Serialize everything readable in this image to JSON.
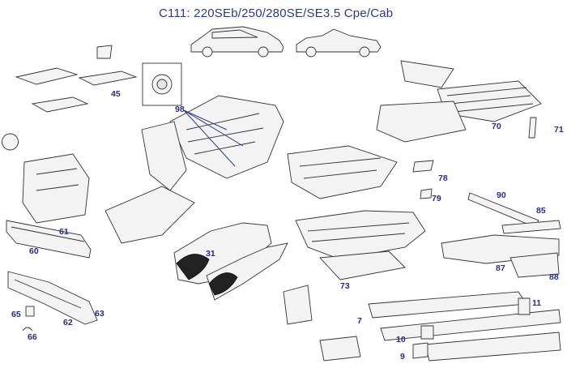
{
  "title": "C111:   220SEb/250/280SE/SE3.5  Cpe/Cab",
  "callouts": [
    {
      "id": "45",
      "label": "45"
    },
    {
      "id": "98",
      "label": "98"
    },
    {
      "id": "70",
      "label": "70"
    },
    {
      "id": "71",
      "label": "71"
    },
    {
      "id": "78",
      "label": "78"
    },
    {
      "id": "79",
      "label": "79"
    },
    {
      "id": "90",
      "label": "90"
    },
    {
      "id": "85",
      "label": "85"
    },
    {
      "id": "61",
      "label": "61"
    },
    {
      "id": "60",
      "label": "60"
    },
    {
      "id": "31",
      "label": "31"
    },
    {
      "id": "87",
      "label": "87"
    },
    {
      "id": "88",
      "label": "88"
    },
    {
      "id": "73",
      "label": "73"
    },
    {
      "id": "63",
      "label": "63"
    },
    {
      "id": "65",
      "label": "65"
    },
    {
      "id": "62",
      "label": "62"
    },
    {
      "id": "66",
      "label": "66"
    },
    {
      "id": "11",
      "label": "11"
    },
    {
      "id": "7",
      "label": "7"
    },
    {
      "id": "10",
      "label": "10"
    },
    {
      "id": "9",
      "label": "9"
    }
  ]
}
